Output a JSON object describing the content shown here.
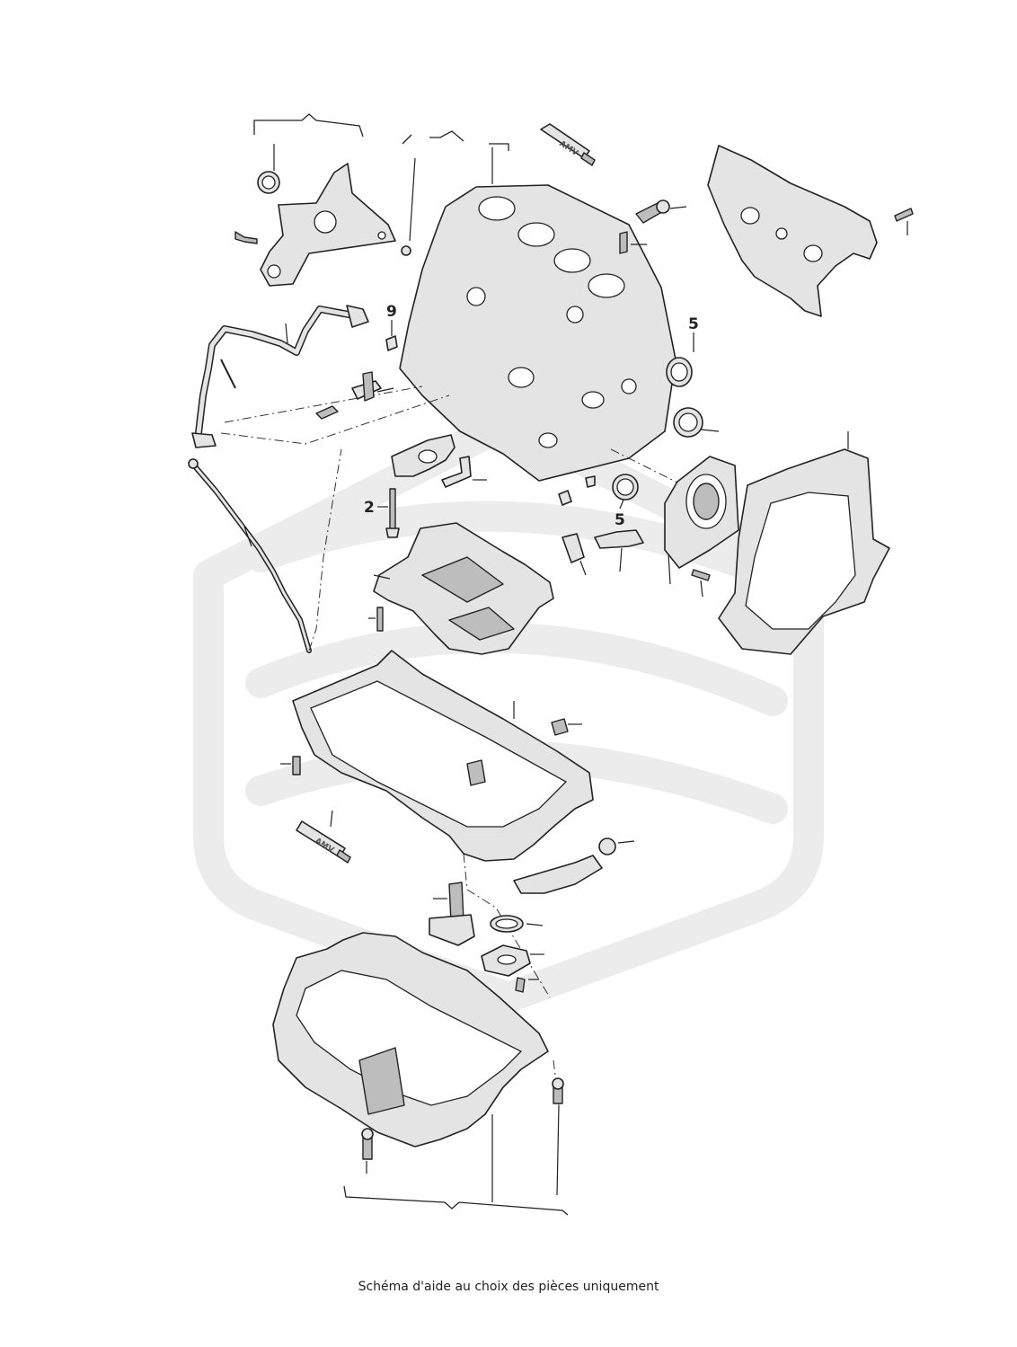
{
  "diagram": {
    "callouts": [
      {
        "id": "callout-9",
        "label": "9"
      },
      {
        "id": "callout-5-upper",
        "label": "5"
      },
      {
        "id": "callout-2",
        "label": "2"
      },
      {
        "id": "callout-5-lower",
        "label": "5"
      }
    ],
    "sealant_tube_label": "AMV",
    "watermark": "shield-watermark",
    "colors": {
      "part_fill": "#e4e4e4",
      "line": "#222222",
      "watermark": "#ececec"
    }
  },
  "caption": "Schéma d'aide au choix des pièces uniquement"
}
